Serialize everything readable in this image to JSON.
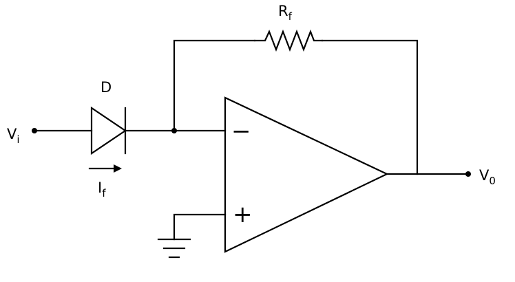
{
  "labels": {
    "input": {
      "main": "V",
      "sub": "i"
    },
    "output": {
      "main": "V",
      "sub": "0"
    },
    "feedback_resistor": {
      "main": "R",
      "sub": "f"
    },
    "diode": "D",
    "current": {
      "main": "I",
      "sub": "f"
    },
    "inverting_input": "−",
    "noninverting_input": "+"
  }
}
